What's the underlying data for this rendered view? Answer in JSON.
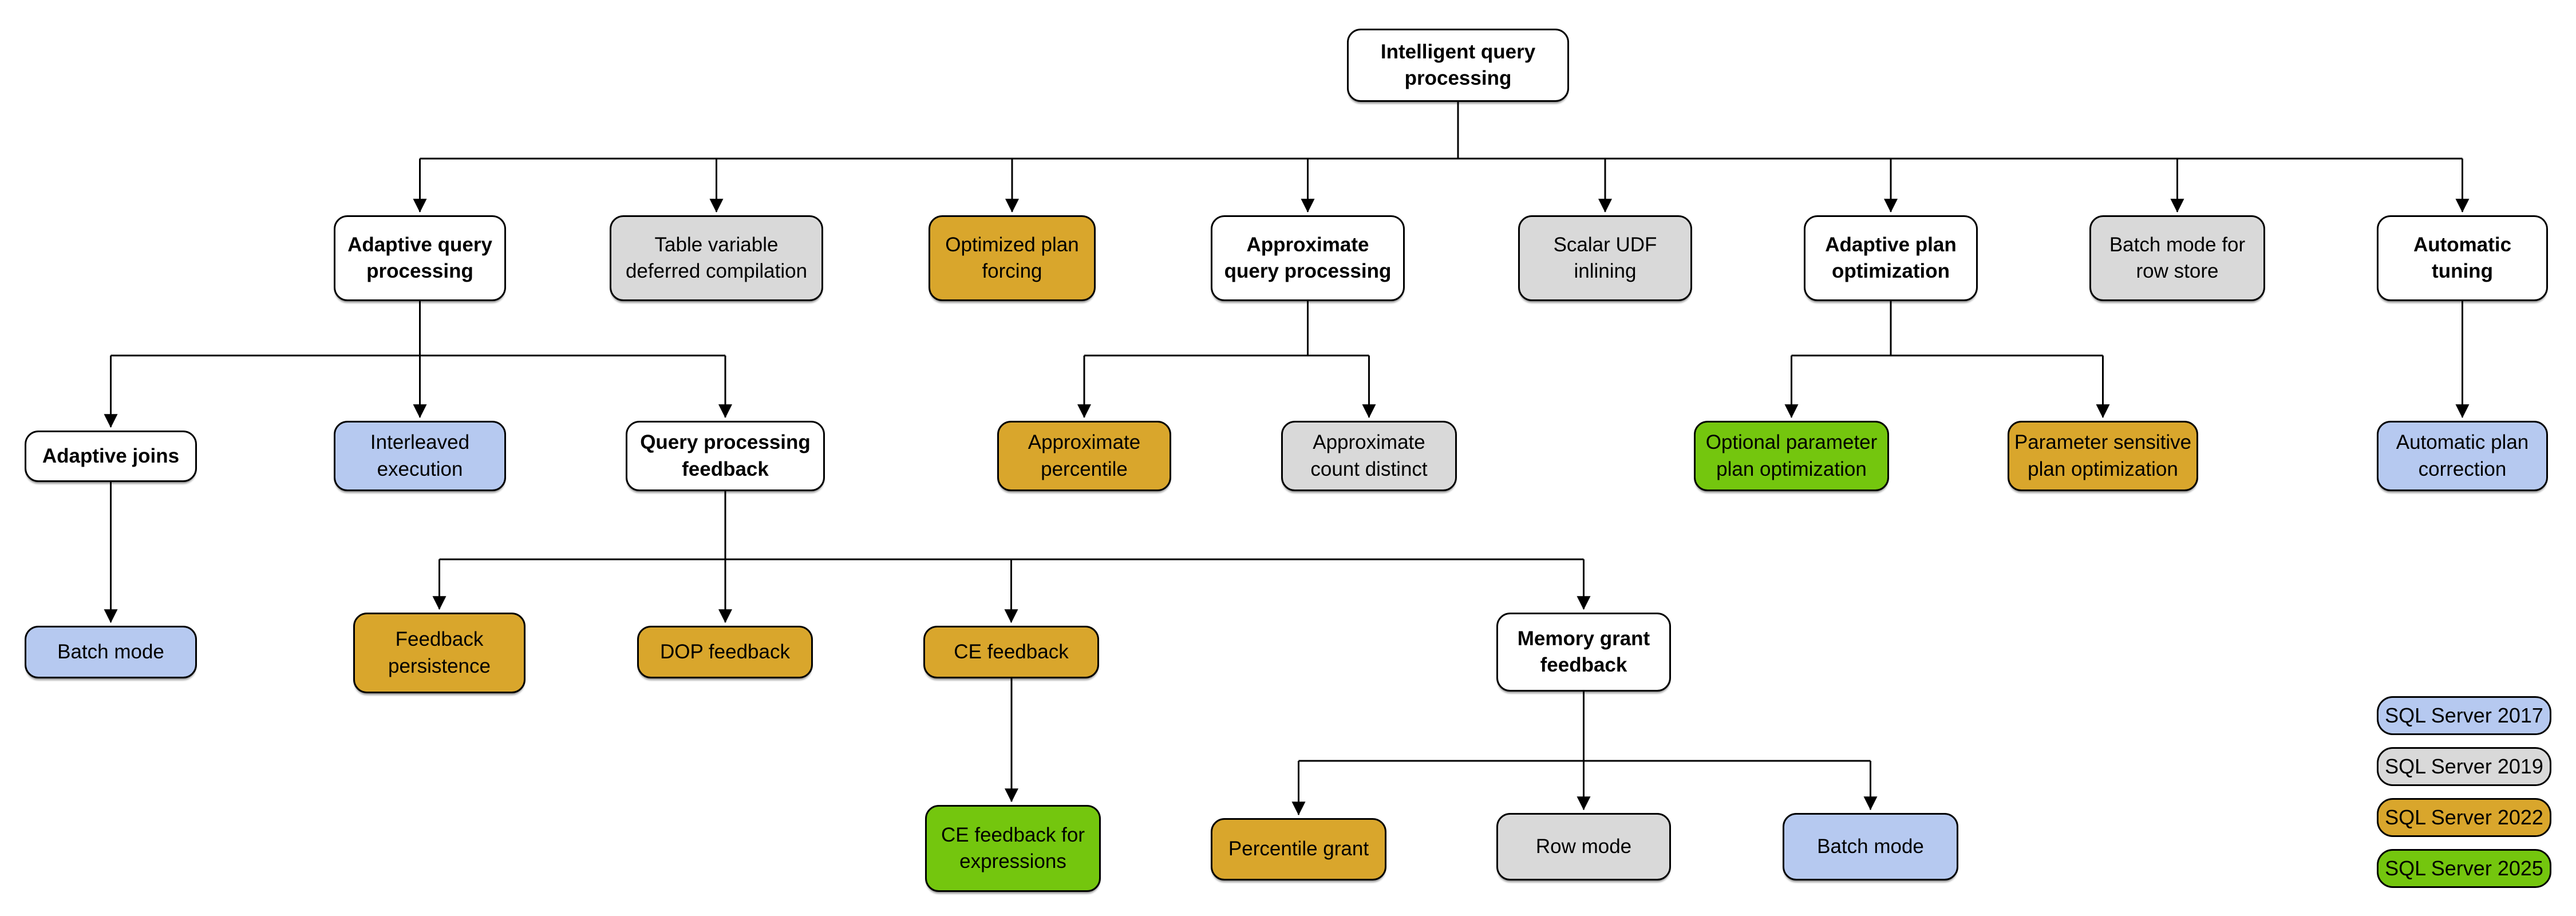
{
  "nodes": {
    "root": {
      "label": "Intelligent query\nprocessing",
      "version": null
    },
    "adaptive_query_processing": {
      "label": "Adaptive query\nprocessing",
      "version": null
    },
    "table_variable_deferred_compilation": {
      "label": "Table variable\ndeferred compilation",
      "version": "SQL Server 2019"
    },
    "optimized_plan_forcing": {
      "label": "Optimized plan\nforcing",
      "version": "SQL Server 2022"
    },
    "approximate_query_processing": {
      "label": "Approximate\nquery processing",
      "version": null
    },
    "scalar_udf_inlining": {
      "label": "Scalar UDF\ninlining",
      "version": "SQL Server 2019"
    },
    "adaptive_plan_optimization": {
      "label": "Adaptive plan\noptimization",
      "version": null
    },
    "batch_mode_for_row_store": {
      "label": "Batch mode for\nrow store",
      "version": "SQL Server 2019"
    },
    "automatic_tuning": {
      "label": "Automatic\ntuning",
      "version": null
    },
    "adaptive_joins": {
      "label": "Adaptive joins",
      "version": null
    },
    "interleaved_execution": {
      "label": "Interleaved\nexecution",
      "version": "SQL Server 2017"
    },
    "query_processing_feedback": {
      "label": "Query processing\nfeedback",
      "version": null
    },
    "approximate_percentile": {
      "label": "Approximate\npercentile",
      "version": "SQL Server 2022"
    },
    "approximate_count_distinct": {
      "label": "Approximate\ncount distinct",
      "version": "SQL Server 2019"
    },
    "optional_parameter_plan_optimization": {
      "label": "Optional parameter\nplan optimization",
      "version": "SQL Server 2025"
    },
    "parameter_sensitive_plan_optimization": {
      "label": "Parameter sensitive\nplan optimization",
      "version": "SQL Server 2022"
    },
    "automatic_plan_correction": {
      "label": "Automatic plan\ncorrection",
      "version": "SQL Server 2017"
    },
    "batch_mode_adaptive_joins": {
      "label": "Batch mode",
      "version": "SQL Server 2017"
    },
    "feedback_persistence": {
      "label": "Feedback\npersistence",
      "version": "SQL Server 2022"
    },
    "dop_feedback": {
      "label": "DOP feedback",
      "version": "SQL Server 2022"
    },
    "ce_feedback": {
      "label": "CE feedback",
      "version": "SQL Server 2022"
    },
    "memory_grant_feedback": {
      "label": "Memory grant\nfeedback",
      "version": null
    },
    "ce_feedback_for_expressions": {
      "label": "CE feedback for\nexpressions",
      "version": "SQL Server 2025"
    },
    "percentile_grant": {
      "label": "Percentile grant",
      "version": "SQL Server 2022"
    },
    "row_mode": {
      "label": "Row mode",
      "version": "SQL Server 2019"
    },
    "batch_mode_memory_grant": {
      "label": "Batch mode",
      "version": "SQL Server 2017"
    }
  },
  "edges": [
    {
      "from": "root",
      "to": [
        "adaptive_query_processing",
        "table_variable_deferred_compilation",
        "optimized_plan_forcing",
        "approximate_query_processing",
        "scalar_udf_inlining",
        "adaptive_plan_optimization",
        "batch_mode_for_row_store",
        "automatic_tuning"
      ]
    },
    {
      "from": "adaptive_query_processing",
      "to": [
        "adaptive_joins",
        "interleaved_execution",
        "query_processing_feedback"
      ]
    },
    {
      "from": "approximate_query_processing",
      "to": [
        "approximate_percentile",
        "approximate_count_distinct"
      ]
    },
    {
      "from": "adaptive_plan_optimization",
      "to": [
        "optional_parameter_plan_optimization",
        "parameter_sensitive_plan_optimization"
      ]
    },
    {
      "from": "automatic_tuning",
      "to": [
        "automatic_plan_correction"
      ]
    },
    {
      "from": "adaptive_joins",
      "to": [
        "batch_mode_adaptive_joins"
      ]
    },
    {
      "from": "query_processing_feedback",
      "to": [
        "feedback_persistence",
        "dop_feedback",
        "ce_feedback",
        "memory_grant_feedback"
      ]
    },
    {
      "from": "ce_feedback",
      "to": [
        "ce_feedback_for_expressions"
      ]
    },
    {
      "from": "memory_grant_feedback",
      "to": [
        "percentile_grant",
        "row_mode",
        "batch_mode_memory_grant"
      ]
    }
  ],
  "legend": {
    "items": [
      {
        "label": "SQL Server 2017",
        "color": "#b6c9f0"
      },
      {
        "label": "SQL Server 2019",
        "color": "#d9d9d9"
      },
      {
        "label": "SQL Server 2022",
        "color": "#d9a62c"
      },
      {
        "label": "SQL Server 2025",
        "color": "#74c60e"
      }
    ]
  },
  "colors": {
    "sql_server_2017": "#b6c9f0",
    "sql_server_2019": "#d9d9d9",
    "sql_server_2022": "#d9a62c",
    "sql_server_2025": "#74c60e",
    "plain_node": "#ffffff",
    "outline_and_text": "#000000"
  }
}
